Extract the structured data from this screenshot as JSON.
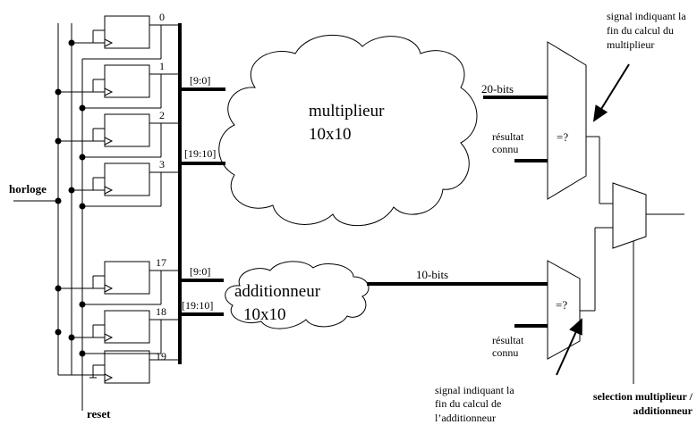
{
  "flipflop_indices": [
    "0",
    "1",
    "2",
    "3",
    "17",
    "18",
    "19"
  ],
  "inputs": {
    "clock_label": "horloge",
    "reset_label": "reset"
  },
  "bus_taps": {
    "mult_low": "[9:0]",
    "mult_high": "[19:10]",
    "add_low": "[9:0]",
    "add_high": "[19:10]"
  },
  "multiplier": {
    "line1": "multiplieur",
    "line2": "10x10"
  },
  "adder": {
    "line1": "additionneur",
    "line2": "10x10"
  },
  "comparators": {
    "top_symbol": "=?",
    "bottom_symbol": "=?",
    "top_bus_width": "20-bits",
    "bottom_bus_width": "10-bits",
    "known_result_line1": "résultat",
    "known_result_line2": "connu"
  },
  "annotations": {
    "mult_done": [
      "signal indiquant la",
      "fin du calcul du",
      "multiplieur"
    ],
    "add_done": [
      "signal indiquant la",
      "fin du calcul de",
      "l’additionneur"
    ],
    "select": [
      "selection multiplieur /",
      "additionneur"
    ]
  }
}
